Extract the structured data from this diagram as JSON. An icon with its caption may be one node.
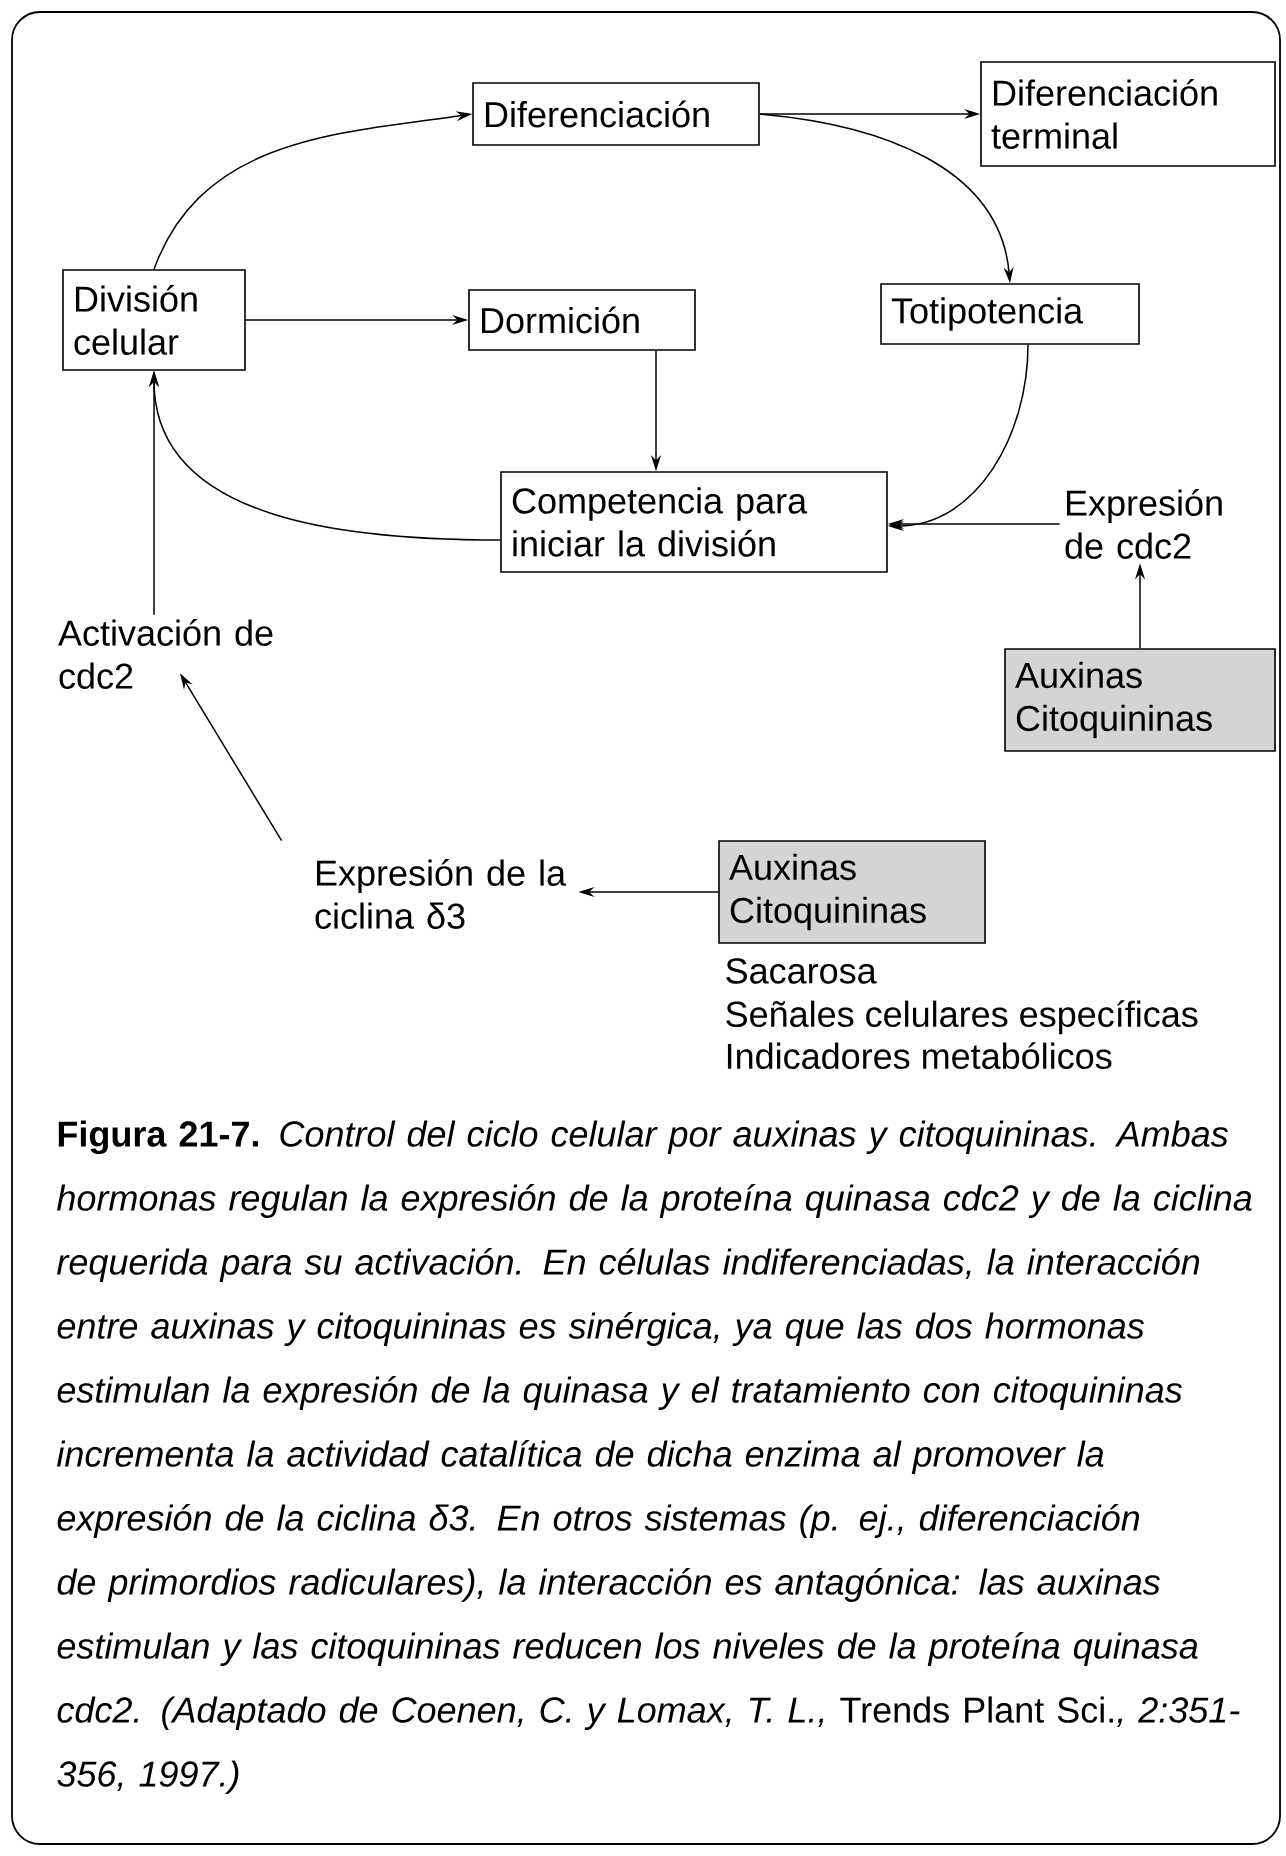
{
  "diagram": {
    "caption": "**Figura 21-7.** *Control del ciclo celular por auxinas y citoquininas. Ambas hormonas regulan la expresión de la proteína quinasa cdc2 y de la ciclina requerida para su activación. En células indiferenciadas, la interacción entre auxinas y citoquininas es sinérgica, ya que las dos hormonas estimulan la expresión de la quinasa y el tratamiento con citoquininas incrementa la actividad catalítica de dicha enzima al promover la expresión de la ciclina δ3. En otros sistemas (p. ej., diferenciación de primordios radiculares), la interacción es antagónica: las auxinas estimulan y las citoquininas reducen los niveles de la proteína quinasa cdc2. (Adaptado de Coenen, C. y Lomax, T. L.,* Trends Plant Sci.*, 2:351-356, 1997.)*",
    "nodes": [
      {
        "text": [
          "Diferenciación"
        ]
      },
      {
        "text": [
          "Diferenciación terminal"
        ]
      },
      {
        "text": [
          "División celular"
        ]
      },
      {
        "text": [
          "Dormición"
        ]
      },
      {
        "text": [
          "Totipotencia"
        ]
      },
      {
        "text": [
          "Competencia para iniciar la división"
        ]
      },
      {
        "text": [
          "Expresión de cdc2"
        ]
      },
      {
        "text": [
          "Auxinas Citoquininas"
        ]
      },
      {
        "text": [
          "Activación de cdc2"
        ]
      },
      {
        "text": [
          "Expresión de la ciclina δ3"
        ]
      },
      {
        "text": [
          "Auxinas Citoquininas"
        ],
        "beside": [
          "Sacarosa",
          "Señales celulares específicas",
          "Indicadores metabólicos"
        ]
      }
    ],
    "edges": [
      {
        "from": 2,
        "to": 0,
        "arrow": "to"
      },
      {
        "from": 0,
        "to": 1,
        "arrow": "to"
      },
      {
        "from": 0,
        "to": 4,
        "arrow": "to"
      },
      {
        "from": 2,
        "to": 3,
        "arrow": "to"
      },
      {
        "from": 3,
        "to": 5,
        "arrow": "to"
      },
      {
        "from": 4,
        "to": 5,
        "arrow": "to"
      },
      {
        "from": 5,
        "to": 2,
        "arrow": "to"
      },
      {
        "from": 6,
        "to": 5,
        "arrow": "to"
      },
      {
        "from": 7,
        "to": 6,
        "arrow": "to"
      },
      {
        "from": 8,
        "to": 2,
        "arrow": "to"
      },
      {
        "from": 9,
        "to": 8,
        "arrow": "to"
      },
      {
        "from": 10,
        "to": 9,
        "arrow": "to"
      }
    ]
  }
}
